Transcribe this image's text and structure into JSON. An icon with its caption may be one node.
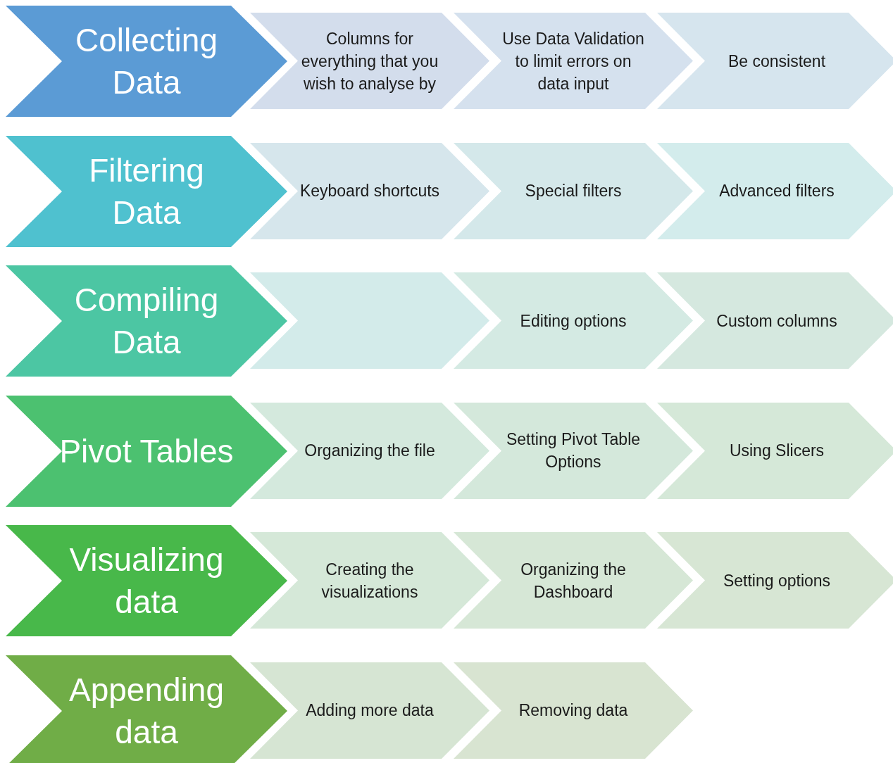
{
  "diagram": {
    "nodes": [
      {
        "text": [
          "Collecting Data"
        ]
      },
      {
        "text": [
          "Columns for everything that you wish to analyse by"
        ]
      },
      {
        "text": [
          "Use Data Validation to limit errors on data input"
        ]
      },
      {
        "text": [
          "Be consistent"
        ]
      },
      {
        "text": [
          "Filtering Data"
        ]
      },
      {
        "text": [
          "Keyboard shortcuts"
        ]
      },
      {
        "text": [
          "Special filters"
        ]
      },
      {
        "text": [
          "Advanced filters"
        ]
      },
      {
        "text": [
          "Compiling Data"
        ]
      },
      {
        "text": [],
        "shape": "chevron"
      },
      {
        "text": [
          "Editing options"
        ]
      },
      {
        "text": [
          "Custom columns"
        ]
      },
      {
        "text": [
          "Pivot Tables"
        ]
      },
      {
        "text": [
          "Organizing the file"
        ]
      },
      {
        "text": [
          "Setting Pivot Table Options"
        ]
      },
      {
        "text": [
          "Using Slicers"
        ]
      },
      {
        "text": [
          "Visualizing data"
        ]
      },
      {
        "text": [
          "Creating the visualizations"
        ]
      },
      {
        "text": [
          "Organizing the Dashboard"
        ]
      },
      {
        "text": [
          "Setting options"
        ]
      },
      {
        "text": [
          "Appending data"
        ]
      },
      {
        "text": [
          "Adding more data"
        ]
      },
      {
        "text": [
          "Removing data"
        ]
      }
    ]
  }
}
